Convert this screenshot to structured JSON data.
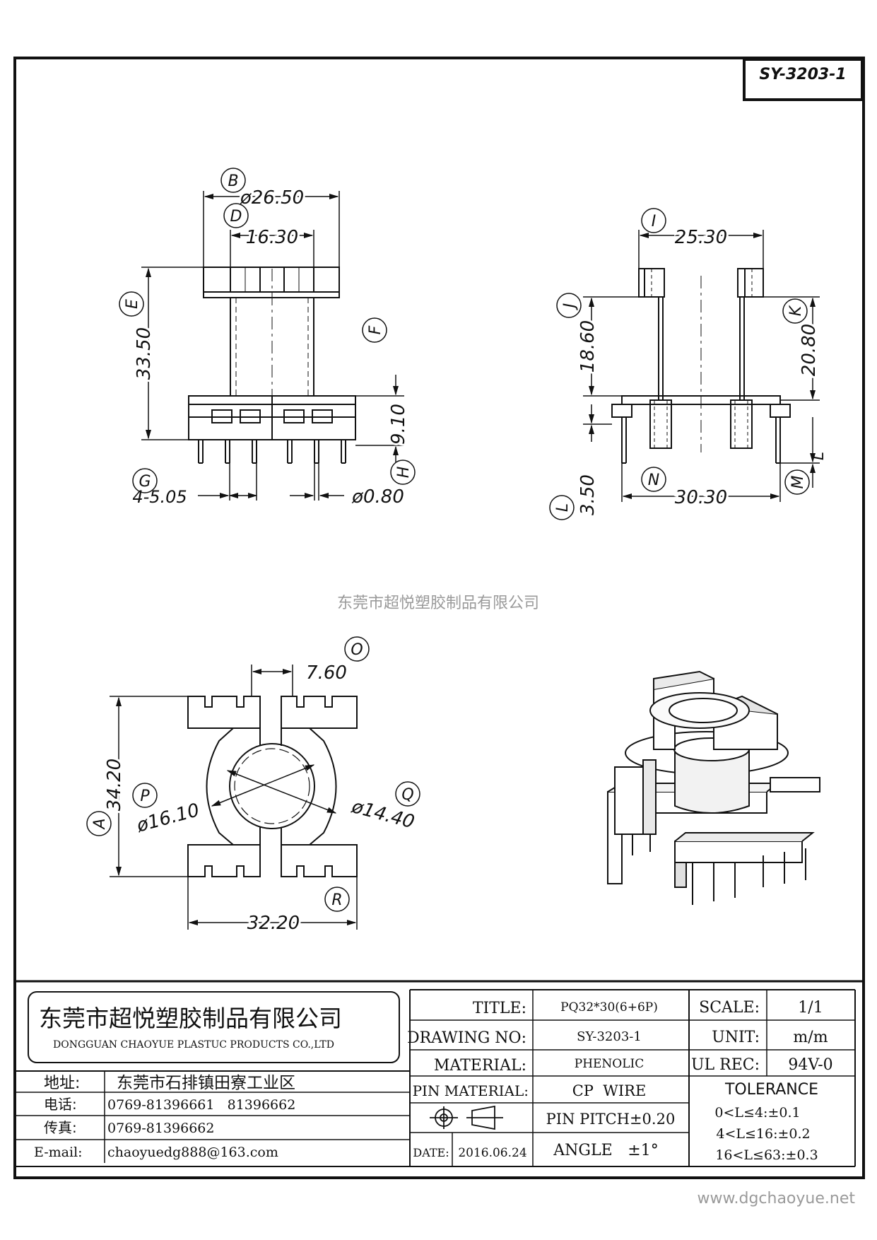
{
  "drawing_id": "SY-3203-1",
  "watermark_center": "东莞市超悦塑胶制品有限公司",
  "watermark_footer": "www.dgchaoyue.net",
  "dims": {
    "B": "B",
    "B_val": "ø26.50",
    "D": "D",
    "D_val": "16.30",
    "E": "E",
    "E_val": "33.50",
    "F": "F",
    "G": "G",
    "G_val": "4-5.05",
    "H": "H",
    "H_val": "9.10",
    "H_pin": "ø0.80",
    "I": "I",
    "I_val": "25.30",
    "J": "J",
    "J_val": "18.60",
    "K": "K",
    "K_val": "20.80",
    "L": "L",
    "L_val": "3.50",
    "L_mark": "L",
    "M": "M",
    "N": "N",
    "N_val": "30.30",
    "O": "O",
    "O_val": "7.60",
    "A": "A",
    "A_val": "34.20",
    "P": "P",
    "P_val": "ø16.10",
    "Q": "Q",
    "Q_val": "ø14.40",
    "R": "R",
    "R_val": "32.20"
  },
  "company": {
    "name_cn": "东莞市超悦塑胶制品有限公司",
    "name_en": "DONGGUAN CHAOYUE PLASTUC PRODUCTS CO.,LTD",
    "address_label": "地址:",
    "address": "东莞市石排镇田寮工业区",
    "phone_label": "电话:",
    "phone": "0769-81396661   81396662",
    "fax_label": "传真:",
    "fax": "0769-81396662",
    "email_label": "E-mail:",
    "email": "chaoyuedg888@163.com"
  },
  "title_block": {
    "title_label": "TITLE:",
    "title": "PQ32*30(6+6P)",
    "drawing_no_label": "DRAWING NO:",
    "drawing_no": "SY-3203-1",
    "material_label": "MATERIAL:",
    "material": "PHENOLIC",
    "pin_material_label": "PIN MATERIAL:",
    "pin_material": "CP  WIRE",
    "pin_pitch": "PIN PITCH±0.20",
    "date_label": "DATE:",
    "date": "2016.06.24",
    "angle_label": "ANGLE",
    "angle": "±1°",
    "scale_label": "SCALE:",
    "scale": "1/1",
    "unit_label": "UNIT:",
    "unit": "m/m",
    "ul_label": "UL REC:",
    "ul": "94V-0",
    "tolerance_label": "TOLERANCE",
    "tolerance": [
      "0<L≤4:±0.1",
      "4<L≤16:±0.2",
      "16<L≤63:±0.3"
    ]
  }
}
